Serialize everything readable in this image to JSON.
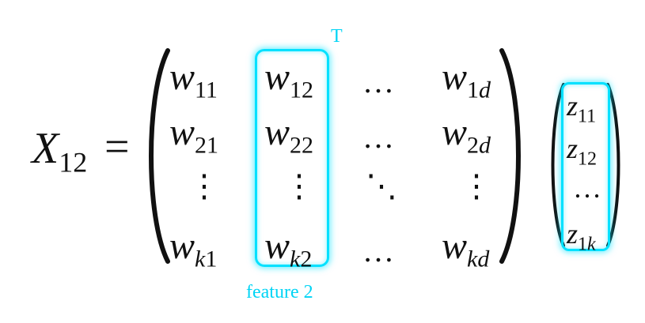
{
  "equation": {
    "lhs": {
      "var": "X",
      "sub": "12"
    },
    "equals": "=",
    "matrix": {
      "rows": [
        [
          {
            "base": "w",
            "sub": "11",
            "sub_var": ""
          },
          {
            "base": "w",
            "sub": "12",
            "sub_var": ""
          },
          {
            "text": "…"
          },
          {
            "base": "w",
            "sub": "1",
            "sub_var": "d"
          }
        ],
        [
          {
            "base": "w",
            "sub": "21",
            "sub_var": ""
          },
          {
            "base": "w",
            "sub": "22",
            "sub_var": ""
          },
          {
            "text": "…"
          },
          {
            "base": "w",
            "sub": "2",
            "sub_var": "d"
          }
        ],
        [
          {
            "text": "⋮"
          },
          {
            "text": "⋮"
          },
          {
            "text": "⋱"
          },
          {
            "text": "⋮"
          }
        ],
        [
          {
            "base": "w",
            "sub": "",
            "sub_var": "k",
            "sub_after": "1"
          },
          {
            "base": "w",
            "sub": "",
            "sub_var": "k",
            "sub_after": "2"
          },
          {
            "text": "…"
          },
          {
            "base": "w",
            "sub": "",
            "sub_var": "kd"
          }
        ]
      ]
    },
    "vector": [
      {
        "base": "z",
        "sub": "11",
        "sub_var": ""
      },
      {
        "base": "z",
        "sub": "12",
        "sub_var": ""
      },
      {
        "text": "…"
      },
      {
        "base": "z",
        "sub": "1",
        "sub_var": "k"
      }
    ]
  },
  "annotations": {
    "transpose_label": "T",
    "column_label": "feature 2"
  },
  "colors": {
    "highlight": "#00e1ff",
    "label": "#00d4f5",
    "ink": "#111111"
  }
}
